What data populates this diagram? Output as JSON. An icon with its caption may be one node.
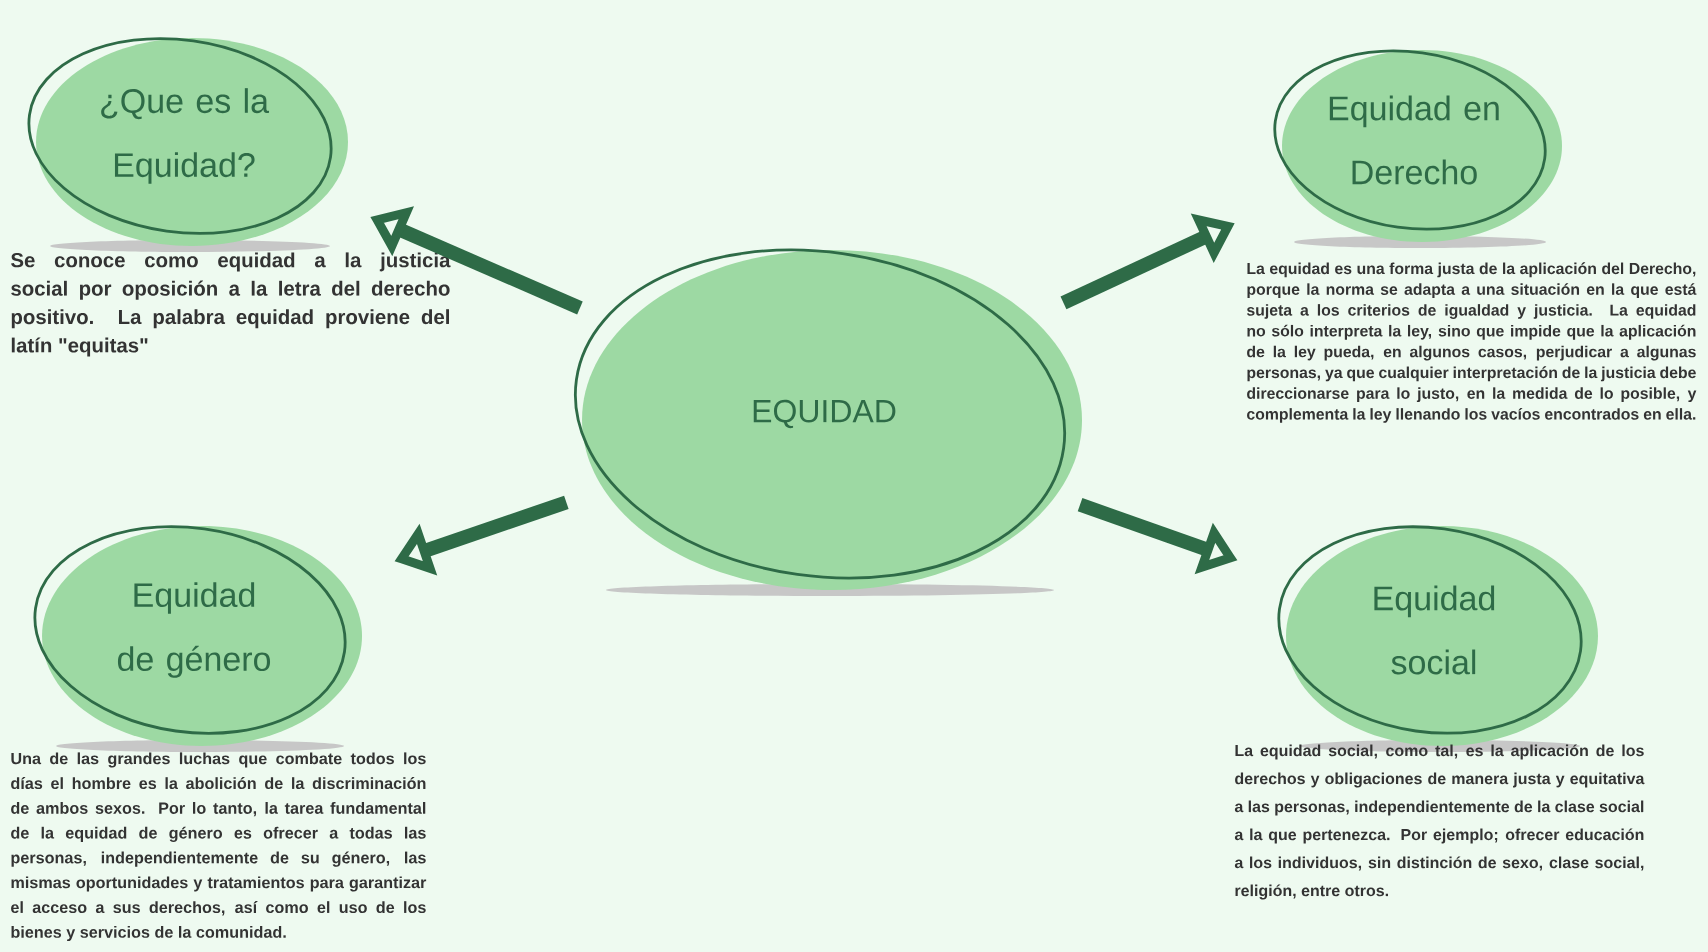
{
  "diagram": {
    "nodes": [
      {
        "text": [
          "EQUIDAD"
        ]
      },
      {
        "text": [
          "¿Que es la Equidad?"
        ],
        "beside": [
          "Se conoce como equidad a la justicia social por oposición a la letra del derecho positivo. La palabra equidad proviene del latín \"equitas\""
        ]
      },
      {
        "text": [
          "Equidad en Derecho"
        ],
        "beside": [
          "La equidad es una forma justa de la aplicación del Derecho, porque la norma se adapta a una situación en la que está sujeta a los criterios de igualdad y justicia. La equidad no sólo interpreta la ley, sino que impide que la aplicación de la ley pueda, en algunos casos, perjudicar a algunas personas, ya que cualquier interpretación de la justicia debe direccionarse para lo justo, en la medida de lo posible, y complementa la ley llenando los vacíos encontrados en ella."
        ]
      },
      {
        "text": [
          "Equidad de género"
        ],
        "beside": [
          "Una de las grandes luchas que combate todos los días el hombre es la abolición de la discriminación de ambos sexos. Por lo tanto, la tarea fundamental de la equidad de género es ofrecer a todas las personas, independientemente de su género, las mismas oportunidades y tratamientos para garantizar el acceso a sus derechos, así como el uso de los bienes y servicios de la comunidad."
        ]
      },
      {
        "text": [
          "Equidad social"
        ],
        "beside": [
          "La equidad social, como tal, es la aplicación de los derechos y obligaciones de manera justa y equitativa a las personas, independientemente de la clase social a la que pertenezca. Por ejemplo; ofrecer educación a los individuos, sin distinción de sexo, clase social, religión, entre otros."
        ]
      }
    ],
    "edges": [
      {
        "from": 0,
        "to": 1,
        "arrow": "to"
      },
      {
        "from": 0,
        "to": 2,
        "arrow": "to"
      },
      {
        "from": 0,
        "to": 3,
        "arrow": "to"
      },
      {
        "from": 0,
        "to": 4,
        "arrow": "to"
      }
    ]
  }
}
